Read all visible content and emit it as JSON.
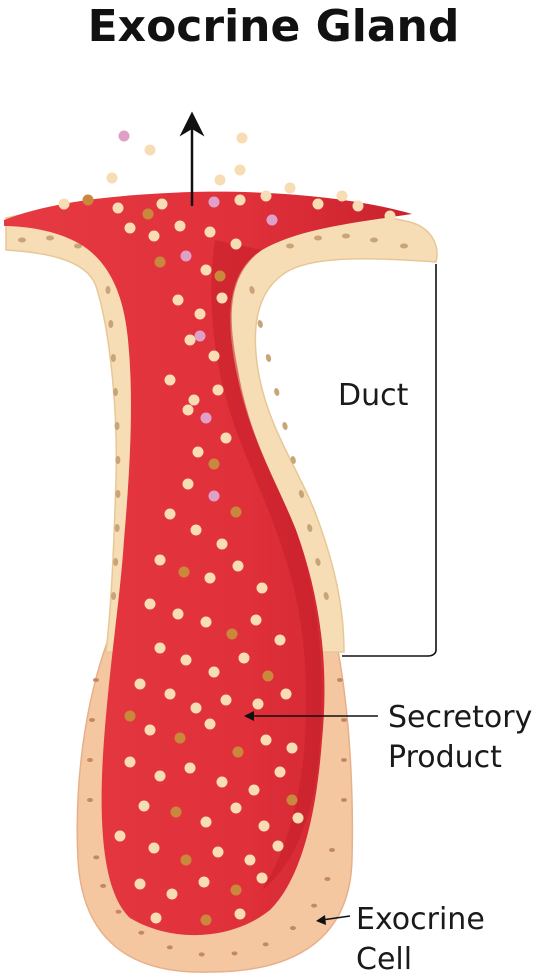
{
  "title": "Exocrine Gland",
  "labels": {
    "duct": "Duct",
    "secretory_line1": "Secretory",
    "secretory_line2": "Product",
    "exocrine_line1": "Exocrine",
    "exocrine_line2": "Cell"
  },
  "colors": {
    "lumen": "#e0303a",
    "lumen_dark": "#c41f2a",
    "duct_cell": "#f6ddb6",
    "duct_nucleus": "#c9a477",
    "secretory_cell": "#f4c7a1",
    "secretory_nucleus": "#c48865",
    "granule_cream": "#f8dcb3",
    "granule_brown": "#c9883c",
    "granule_pink": "#dfa0c8"
  }
}
